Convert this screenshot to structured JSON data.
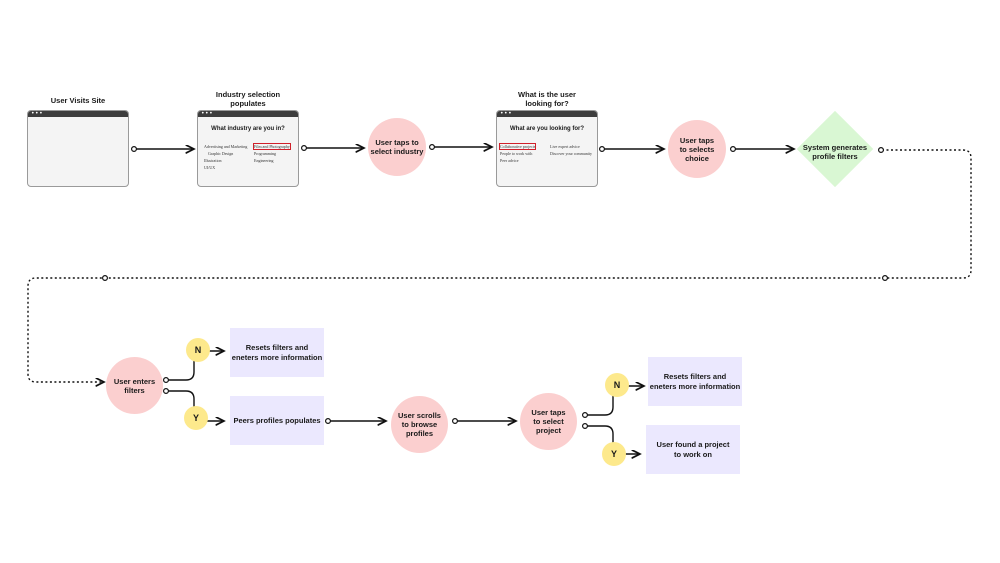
{
  "labels": {
    "user_visits_site": "User Visits Site",
    "industry_selection": "Industry selection\npopulates",
    "what_is_user_looking": "What is the user\nlooking for?"
  },
  "industry_window": {
    "question": "What industry are you in?",
    "options_left": [
      "Advertising and Marketing",
      "Graphic Design",
      "Illustration",
      "UI/UX"
    ],
    "options_right": [
      "Film and Photography",
      "Programming",
      "Engineering"
    ]
  },
  "looking_window": {
    "question": "What are you looking for?",
    "options_left": [
      "Collaborative projects",
      "People to work with",
      "Peer advice"
    ],
    "options_right": [
      "Live expert advice",
      "Discover your community"
    ]
  },
  "nodes": {
    "taps_industry": "User taps to\nselect industry",
    "taps_choice": "User taps\nto selects\nchoice",
    "system_filters": "System generates\nprofile filters",
    "enters_filters": "User enters\nfilters",
    "scrolls_profiles": "User scrolls\nto browse\nprofiles",
    "taps_project": "User taps\nto select\nproject"
  },
  "boxes": {
    "resets_1": "Resets filters and\neneters more information",
    "peers_populates": "Peers profiles populates",
    "resets_2": "Resets filters and\neneters more information",
    "found_project": "User found a project\nto work on"
  },
  "decisions": {
    "n1": "N",
    "y1": "Y",
    "n2": "N",
    "y2": "Y"
  },
  "colors": {
    "action_circle": "#fbcfcf",
    "decision_circle": "#fde98c",
    "outcome_box": "#ebe8fe",
    "system_diamond": "#d9f7d3"
  }
}
